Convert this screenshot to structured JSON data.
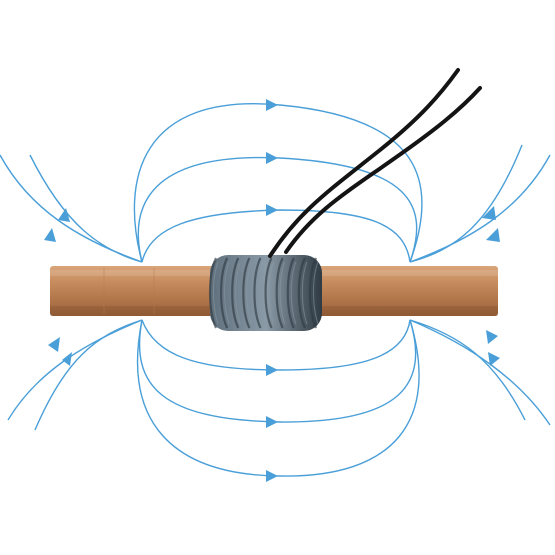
{
  "diagram": {
    "colors": {
      "background": "#ffffff",
      "field_line": "#4a9fd8",
      "rod_light": "#d9a57a",
      "rod_mid": "#c58a5c",
      "rod_dark": "#9c6138",
      "coil_light": "#8a9aa6",
      "coil_mid": "#5f6f7b",
      "coil_dark": "#2f3a43",
      "wire": "#141414"
    },
    "elements": [
      {
        "name": "copper-rod",
        "kind": "cylindrical rod"
      },
      {
        "name": "wire-coil",
        "kind": "coil of insulated wire",
        "turns": 10
      },
      {
        "name": "lead-wires",
        "kind": "two wire leads",
        "count": 2
      },
      {
        "name": "magnetic-field-lines",
        "kind": "closed loops with arrowheads",
        "count": 10
      }
    ]
  }
}
